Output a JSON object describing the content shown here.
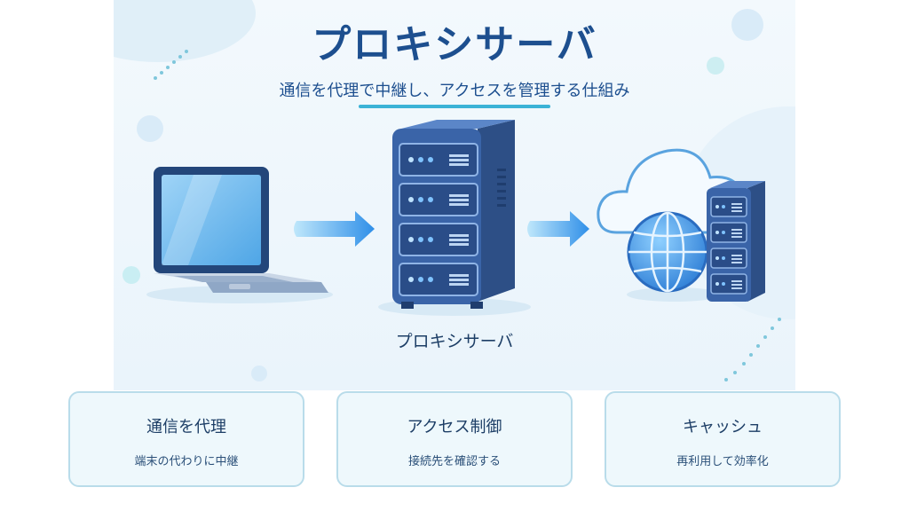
{
  "title": "プロキシサーバ",
  "subtitle": "通信を代理で中継し、アクセスを管理する仕組み",
  "server_label": "プロキシサーバ",
  "cards": [
    {
      "title": "通信を代理",
      "desc": "端末の代わりに中継"
    },
    {
      "title": "アクセス制御",
      "desc": "接続先を確認する"
    },
    {
      "title": "キャッシュ",
      "desc": "再利用して効率化"
    }
  ],
  "icons": [
    "laptop-icon",
    "arrow-right-icon",
    "server-icon",
    "cloud-icon",
    "globe-icon",
    "web-server-icon"
  ],
  "colors": {
    "title": "#1d4f8f",
    "accent": "#3bb3d6",
    "server": "#3a64a8",
    "card_border": "#b9dcea"
  }
}
